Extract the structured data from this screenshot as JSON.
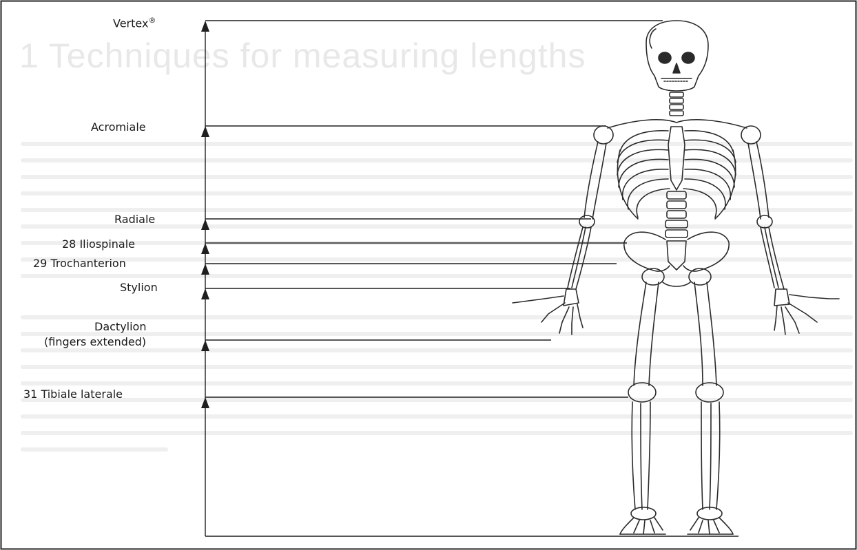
{
  "background_text": {
    "title": "1  Techniques for measuring lengths"
  },
  "labels": {
    "vertex": "Vertex",
    "vertex_mark": "®",
    "acromiale": "Acromiale",
    "radiale": "Radiale",
    "iliospinale": "28 Iliospinale",
    "trochanterion": "29 Trochanterion",
    "stylion": "Stylion",
    "dactylion_1": "Dactylion",
    "dactylion_2": "(fingers extended)",
    "tibiale": "31 Tibiale laterale"
  },
  "colors": {
    "line": "#1f1f1f",
    "bone": "#2a2a2a",
    "background_text": "#e6e6e6"
  }
}
